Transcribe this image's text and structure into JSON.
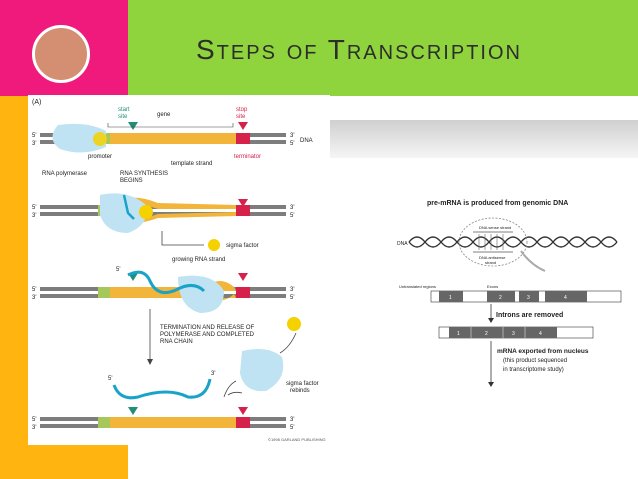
{
  "slide": {
    "title": "Steps of Transcription",
    "colors": {
      "pink": "#f01a7c",
      "green": "#8fd43d",
      "orange": "#ffb40f",
      "circle": "#d48f72"
    }
  },
  "fig_a": {
    "panel_label": "(A)",
    "start_site": [
      "start",
      "site"
    ],
    "gene": "gene",
    "stop_site": [
      "stop",
      "site"
    ],
    "dna": "DNA",
    "five": "5'",
    "three": "3'",
    "promoter": "promoter",
    "template_strand": "template strand",
    "terminator": "terminator",
    "rna_polymerase": "RNA polymerase",
    "rna_synthesis": [
      "RNA SYNTHESIS",
      "BEGINS"
    ],
    "sigma_factor": "sigma factor",
    "growing_rna": "growing RNA strand",
    "termination": [
      "TERMINATION AND RELEASE OF",
      "POLYMERASE AND COMPLETED",
      "RNA CHAIN"
    ],
    "sigma_rebinds": [
      "sigma factor",
      "rebinds"
    ],
    "copyright": "©1998 GARLAND PUBLISHING",
    "colors": {
      "dna": "#7d7d7d",
      "gene": "#f2b53a",
      "promoter": "#a6c85a",
      "terminator": "#d6214a",
      "rna": "#1aa3c9",
      "polymerase": "#bfe3f2",
      "sigma": "#f5d100",
      "start_marker": "#1f8f7a",
      "stop_marker": "#d6214a"
    }
  },
  "fig_b": {
    "title": "pre-mRNA is produced from genomic DNA",
    "dna": "DNA",
    "sense": [
      "DNA sense strand"
    ],
    "antisense": [
      "DNA antisense",
      "strand"
    ],
    "untranslated": "Untranslated regions",
    "exons": "Exons",
    "exon_numbers": [
      "1",
      "2",
      "3",
      "4"
    ],
    "introns_removed": "Introns  are removed",
    "mrna_exported": [
      "mRNA exported from nucleus",
      "(this product sequenced",
      "in transcriptome study)"
    ]
  }
}
